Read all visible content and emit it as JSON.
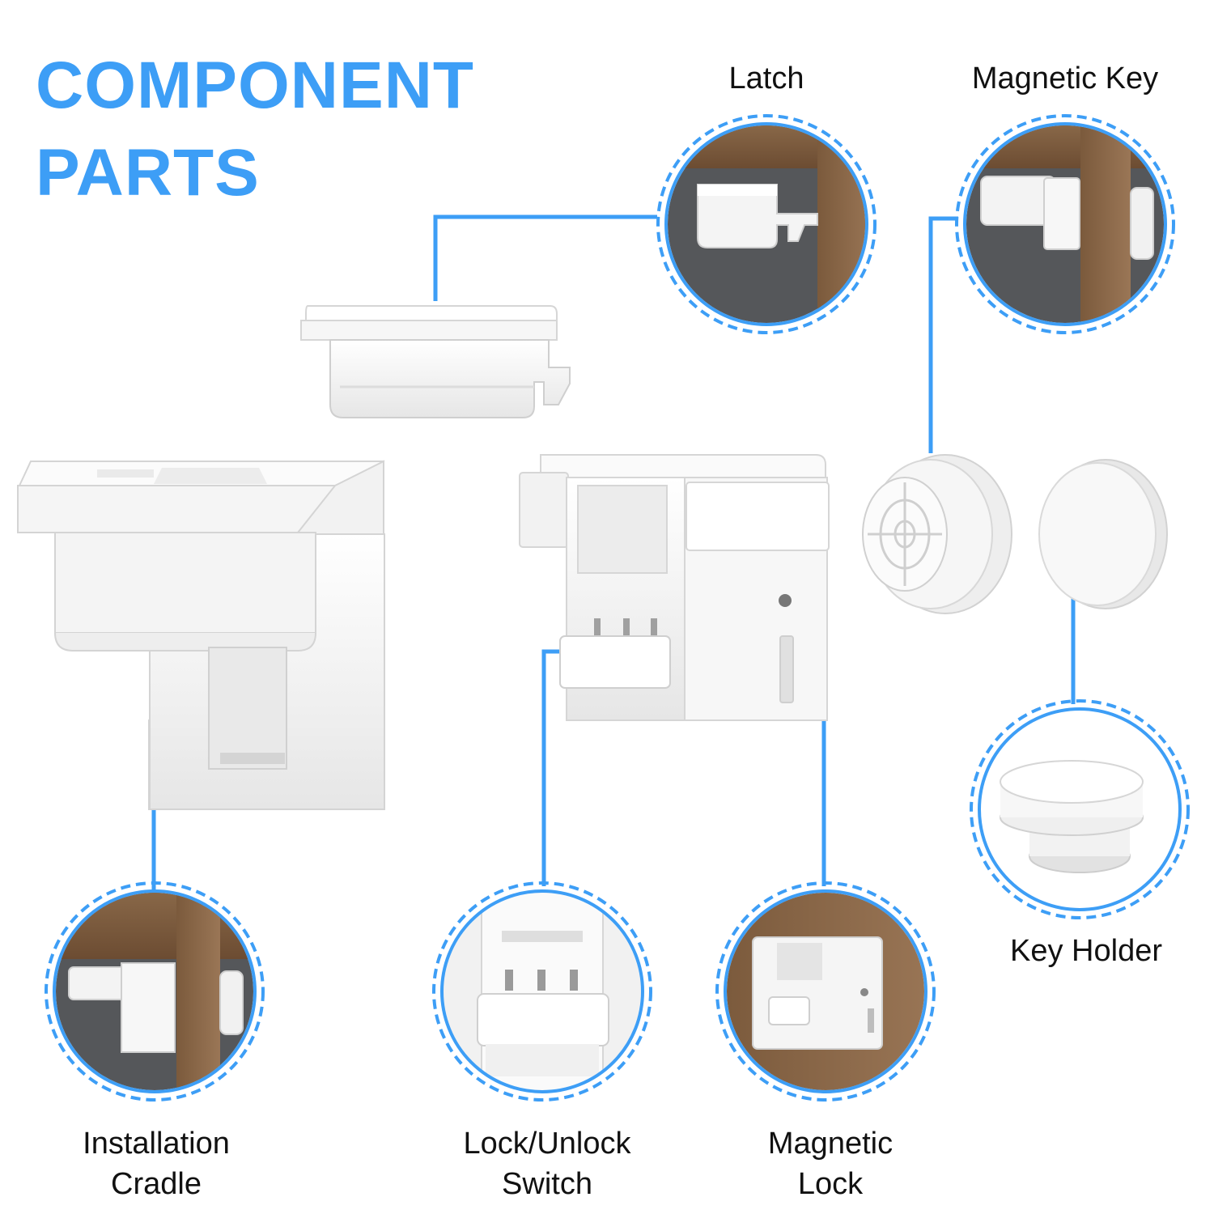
{
  "headline": {
    "line1": "COMPONENT",
    "line2": "PARTS"
  },
  "labels": {
    "latch": "Latch",
    "magnetic_key": "Magnetic Key",
    "key_holder": "Key Holder",
    "installation_cradle": [
      "Installation",
      "Cradle"
    ],
    "lock_unlock_switch": [
      "Lock/Unlock",
      "Switch"
    ],
    "magnetic_lock": [
      "Magnetic",
      "Lock"
    ]
  },
  "colors": {
    "accent": "#3d9ef6",
    "wood": "#7a5a3e",
    "wall": "#55575a",
    "plastic": "#f6f6f6",
    "plastic_shadow": "#d9d9d9"
  }
}
